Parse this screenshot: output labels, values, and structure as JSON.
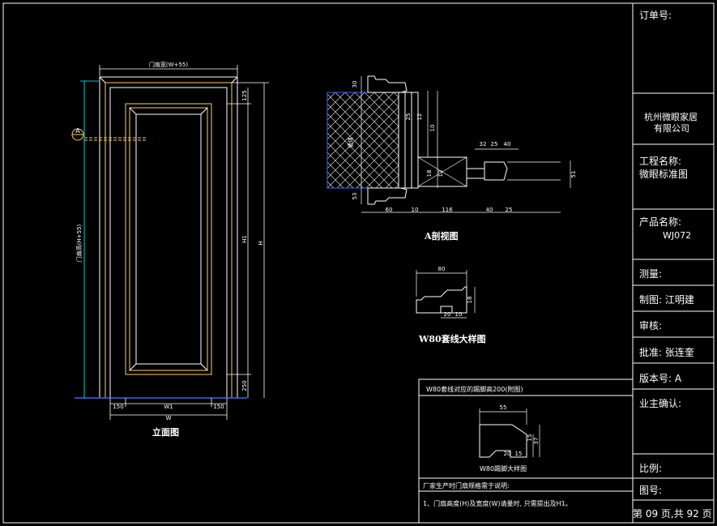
{
  "title_block": {
    "order_no": "订单号:",
    "company": "杭州微眼家居",
    "company2": "有限公司",
    "project_label": "工程名称:",
    "project_value": "微眼标准图",
    "product_label": "产品名称:",
    "product_value": "WJ072",
    "survey": "测量:",
    "drawn": "制图: 江明建",
    "review": "审核:",
    "approve": "批准: 张连奎",
    "version": "版本号: A",
    "owner_confirm": "业主确认:",
    "scale": "比例:",
    "drawing_no": "图号:",
    "page": "第 09 页,共 92 页"
  },
  "elevation": {
    "title": "立面图",
    "dim_top": "门扇宽(W+55)",
    "dim_left": "门扇高(H+55)",
    "dim_bottom_total": "W",
    "dim_bottom_left": "150",
    "dim_bottom_mid": "W1",
    "dim_bottom_right": "150",
    "dim_right_top": "125",
    "dim_right_mid": "H1",
    "dim_right_total": "H",
    "dim_right_bottom": "250",
    "marker": "A"
  },
  "section": {
    "title": "A剖视图",
    "dims_left": [
      "30",
      "53"
    ],
    "dims_inner": [
      "25",
      "12",
      "10",
      "18",
      "12"
    ],
    "dims_top": [
      "32",
      "25",
      "40"
    ],
    "dims_bottom": [
      "60",
      "10",
      "116",
      "40",
      "25"
    ],
    "dim_right": "51",
    "wall_label": "墙体"
  },
  "trim": {
    "title": "W80套线大样图",
    "dim_top": "80",
    "dim_side": "18",
    "dim_bottom_a": "20",
    "dim_bottom_b": "10"
  },
  "note_box": {
    "heading": "W80套线对应的踢脚高200(附图)",
    "detail_title": "W80踢脚大样图",
    "dim_top": "55",
    "dim_bottom_a": "20",
    "dim_bottom_b": "15",
    "dim_side_a": "15",
    "dim_side_b": "37",
    "factory_note": "厂家生产时门扇规格需于说明:",
    "item1": "1、门扇高度(H)及宽度(W)请量时, 只需提出及H1。"
  }
}
